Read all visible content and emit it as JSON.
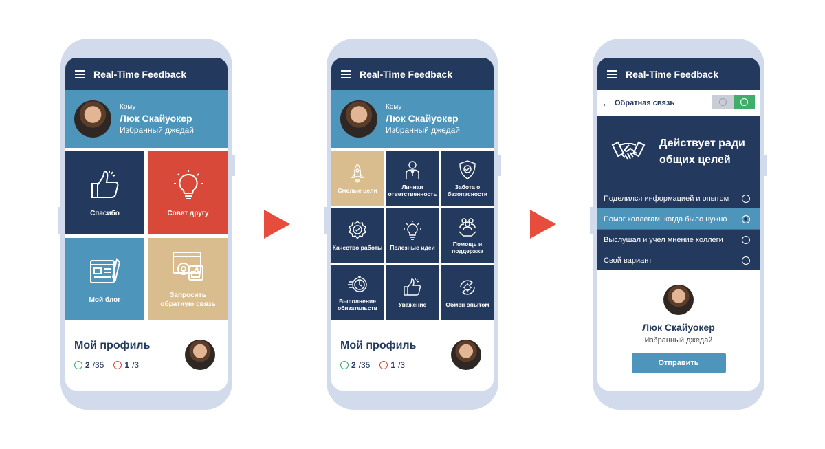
{
  "app_title": "Real-Time Feedback",
  "recipient": {
    "label": "Кому",
    "name": "Люк Скайуокер",
    "role": "Избранный джедай"
  },
  "categories_main": [
    {
      "label": "Спасибо",
      "icon": "thumbs-up-icon",
      "color": "#233a5e"
    },
    {
      "label": "Совет другу",
      "icon": "lightbulb-icon",
      "color": "#d8493a"
    },
    {
      "label": "Мой блог",
      "icon": "blog-icon",
      "color": "#4d95ba"
    },
    {
      "label": "Запросить обратную связь",
      "icon": "request-feedback-icon",
      "color": "#d9bd8e"
    }
  ],
  "categories_values": [
    {
      "label": "Смелые цели",
      "icon": "rocket-icon"
    },
    {
      "label": "Личная ответственность",
      "icon": "person-icon"
    },
    {
      "label": "Забота о безопасности",
      "icon": "shield-icon"
    },
    {
      "label": "Качество работы",
      "icon": "quality-badge-icon"
    },
    {
      "label": "Полезные идеи",
      "icon": "lightbulb-icon"
    },
    {
      "label": "Помощь и поддержка",
      "icon": "team-support-icon"
    },
    {
      "label": "Выполнение обязательств",
      "icon": "stopwatch-icon"
    },
    {
      "label": "Уважение",
      "icon": "thumbs-up-icon"
    },
    {
      "label": "Обмен опытом",
      "icon": "exchange-icon"
    }
  ],
  "profile": {
    "title": "Мой профиль",
    "positive": "2",
    "positive_total": "/35",
    "negative": "1",
    "negative_total": "/3"
  },
  "feedback": {
    "back_label": "Обратная связь",
    "value_title_line1": "Действует ради",
    "value_title_line2": "общих целей",
    "options": [
      {
        "label": "Поделился информацией и опытом",
        "selected": false
      },
      {
        "label": "Помог коллегам, когда было нужно",
        "selected": true
      },
      {
        "label": "Выслушал и учел мнение коллеги",
        "selected": false
      },
      {
        "label": "Свой вариант",
        "selected": false
      }
    ],
    "submit_label": "Отправить"
  },
  "colors": {
    "navy": "#233a5e",
    "blue": "#4d95ba",
    "red": "#d8493a",
    "sand": "#d9bd8e",
    "green": "#3fae6a",
    "arrow": "#e74c3c"
  }
}
